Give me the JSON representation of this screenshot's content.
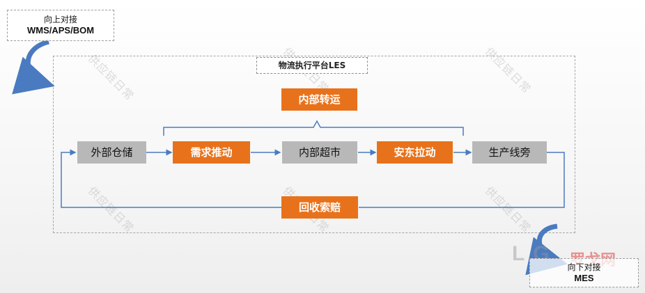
{
  "top_box": {
    "line1": "向上对接",
    "line2": "WMS/APS/BOM"
  },
  "bottom_box": {
    "line1": "向下对接",
    "line2": "MES"
  },
  "platform_title": "物流执行平台LES",
  "nodes": {
    "internal_transfer": "内部转运",
    "external_storage": "外部仓储",
    "demand_push": "需求推动",
    "internal_supermarket": "内部超市",
    "andon_pull": "安东拉动",
    "production_line": "生产线旁",
    "recovery_claim": "回收索赔"
  },
  "watermark": "供应链日常",
  "logo": {
    "text": "L  G",
    "cn": "罗戈网"
  },
  "colors": {
    "orange": "#e8721b",
    "gray": "#b8b8b8",
    "arrow": "#4a7bc0"
  }
}
